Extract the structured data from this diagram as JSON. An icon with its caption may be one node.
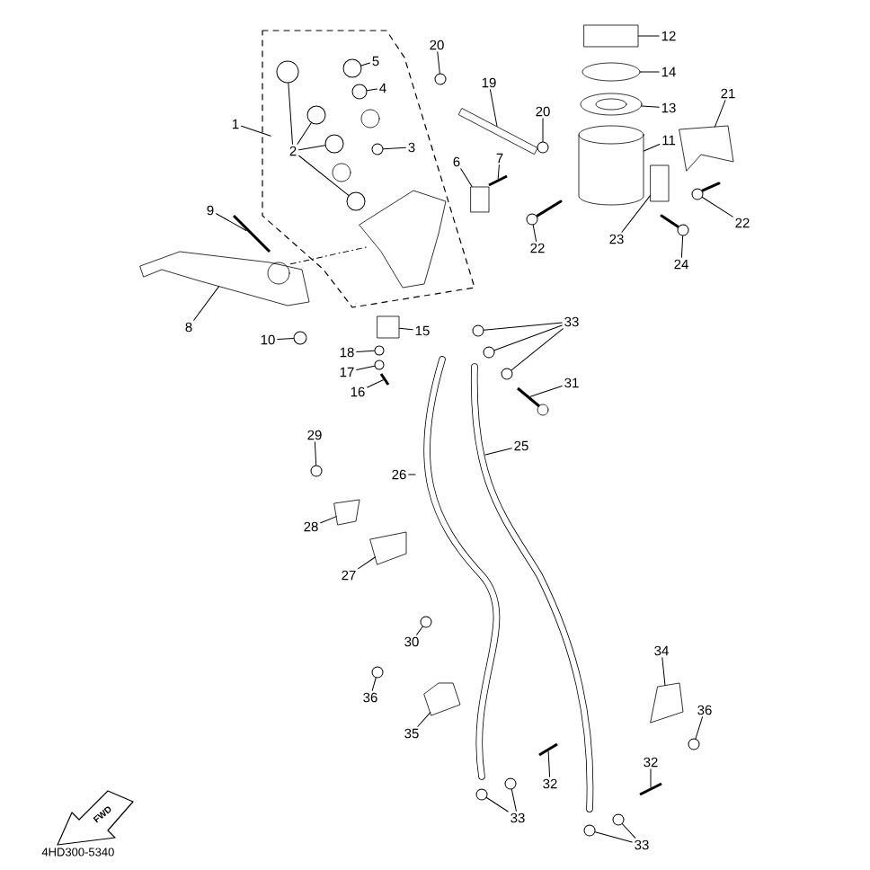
{
  "diagram": {
    "nodes": [
      {
        "text": [
          "20"
        ]
      },
      {
        "text": [
          "12"
        ]
      },
      {
        "text": [
          "5"
        ],
        "in": 42
      },
      {
        "text": [
          "14"
        ]
      },
      {
        "text": [
          "4"
        ],
        "in": 42
      },
      {
        "text": [
          "19"
        ]
      },
      {
        "text": [
          "21"
        ]
      },
      {
        "text": [
          "13"
        ]
      },
      {
        "text": [
          "20"
        ]
      },
      {
        "text": [
          "1"
        ]
      },
      {
        "text": [
          "11"
        ]
      },
      {
        "text": [
          "3"
        ],
        "in": 42
      },
      {
        "text": [
          "2"
        ],
        "in": 42
      },
      {
        "text": [
          "6"
        ]
      },
      {
        "text": [
          "7"
        ]
      },
      {
        "text": [
          "9"
        ]
      },
      {
        "text": [
          "22"
        ]
      },
      {
        "text": [
          "22"
        ]
      },
      {
        "text": [
          "23"
        ]
      },
      {
        "text": [
          "24"
        ]
      },
      {
        "text": [
          "8"
        ]
      },
      {
        "text": [
          "33"
        ]
      },
      {
        "text": [
          "15"
        ]
      },
      {
        "text": [
          "10"
        ]
      },
      {
        "text": [
          "18"
        ]
      },
      {
        "text": [
          "17"
        ]
      },
      {
        "text": [
          "31"
        ]
      },
      {
        "text": [
          "16"
        ]
      },
      {
        "text": [
          "29"
        ]
      },
      {
        "text": [
          "25"
        ]
      },
      {
        "text": [
          "26"
        ]
      },
      {
        "text": [
          "28"
        ]
      },
      {
        "text": [
          "27"
        ]
      },
      {
        "text": [
          "30"
        ]
      },
      {
        "text": [
          "34"
        ]
      },
      {
        "text": [
          "36"
        ]
      },
      {
        "text": [
          "36"
        ]
      },
      {
        "text": [
          "35"
        ]
      },
      {
        "text": [
          "32"
        ]
      },
      {
        "text": [
          "32"
        ]
      },
      {
        "text": [
          "33"
        ]
      },
      {
        "text": [
          "33"
        ]
      },
      {
        "text": [],
        "shape": "picture"
      },
      {
        "text": [],
        "shape": "circle"
      },
      {
        "text": [],
        "shape": "box"
      },
      {
        "text": [],
        "shape": "circle",
        "in": 42
      },
      {
        "text": [],
        "shape": "ellipse"
      },
      {
        "text": [],
        "shape": "circle",
        "in": 42
      },
      {
        "text": [],
        "shape": "bar"
      },
      {
        "text": [],
        "shape": "picture"
      },
      {
        "text": [],
        "shape": "ellipse"
      },
      {
        "text": [],
        "shape": "circle"
      },
      {
        "text": [],
        "shape": "cylinder"
      },
      {
        "text": [],
        "shape": "circle",
        "in": 42
      },
      {
        "text": [],
        "shape": "circle",
        "in": 42
      },
      {
        "text": [],
        "shape": "circle",
        "in": 42
      },
      {
        "text": [],
        "shape": "circle",
        "in": 42
      },
      {
        "text": [],
        "shape": "circle",
        "in": 42
      },
      {
        "text": [],
        "shape": "picture",
        "in": 42
      },
      {
        "text": [],
        "shape": "box"
      },
      {
        "text": [],
        "shape": "bar"
      },
      {
        "text": [],
        "shape": "bar"
      },
      {
        "text": [],
        "shape": "circle"
      },
      {
        "text": [],
        "shape": "circle"
      },
      {
        "text": [],
        "shape": "box"
      },
      {
        "text": [],
        "shape": "circle"
      },
      {
        "text": [],
        "shape": "picture"
      },
      {
        "text": [],
        "shape": "circle"
      },
      {
        "text": [],
        "shape": "circle"
      },
      {
        "text": [],
        "shape": "circle"
      },
      {
        "text": [],
        "shape": "box"
      },
      {
        "text": [],
        "shape": "circle"
      },
      {
        "text": [],
        "shape": "circle"
      },
      {
        "text": [],
        "shape": "circle"
      },
      {
        "text": [],
        "shape": "bar"
      },
      {
        "text": [],
        "shape": "bar"
      },
      {
        "text": [],
        "shape": "circle"
      },
      {
        "text": [],
        "shape": "picture"
      },
      {
        "text": [],
        "shape": "picture"
      },
      {
        "text": [],
        "shape": "circle"
      },
      {
        "text": [],
        "shape": "picture"
      },
      {
        "text": [],
        "shape": "circle"
      },
      {
        "text": [],
        "shape": "circle"
      },
      {
        "text": [],
        "shape": "picture"
      },
      {
        "text": [],
        "shape": "bar"
      },
      {
        "text": [],
        "shape": "bar"
      },
      {
        "text": [],
        "shape": "circle"
      },
      {
        "text": [],
        "shape": "circle"
      },
      {
        "text": [],
        "shape": "circle"
      },
      {
        "text": [],
        "shape": "circle"
      }
    ],
    "edges": [
      {
        "from": 0,
        "to": 43,
        "arrow": "none"
      },
      {
        "from": 1,
        "to": 44,
        "arrow": "none"
      },
      {
        "from": 2,
        "to": 45,
        "arrow": "none"
      },
      {
        "from": 3,
        "to": 46,
        "arrow": "none"
      },
      {
        "from": 4,
        "to": 47,
        "arrow": "none"
      },
      {
        "from": 5,
        "to": 48,
        "arrow": "none"
      },
      {
        "from": 6,
        "to": 49,
        "arrow": "none"
      },
      {
        "from": 7,
        "to": 50,
        "arrow": "none"
      },
      {
        "from": 8,
        "to": 51,
        "arrow": "none"
      },
      {
        "from": 9,
        "to": 42,
        "arrow": "none"
      },
      {
        "from": 10,
        "to": 52,
        "arrow": "none"
      },
      {
        "from": 11,
        "to": 53,
        "arrow": "none"
      },
      {
        "from": 12,
        "to": 54,
        "arrow": "none"
      },
      {
        "from": 12,
        "to": 55,
        "arrow": "none"
      },
      {
        "from": 12,
        "to": 56,
        "arrow": "none"
      },
      {
        "from": 12,
        "to": 57,
        "arrow": "none"
      },
      {
        "from": 13,
        "to": 59,
        "arrow": "none"
      },
      {
        "from": 14,
        "to": 60,
        "arrow": "none"
      },
      {
        "from": 15,
        "to": 61,
        "arrow": "none"
      },
      {
        "from": 16,
        "to": 62,
        "arrow": "none"
      },
      {
        "from": 17,
        "to": 63,
        "arrow": "none"
      },
      {
        "from": 18,
        "to": 64,
        "arrow": "none"
      },
      {
        "from": 19,
        "to": 65,
        "arrow": "none"
      },
      {
        "from": 20,
        "to": 66,
        "arrow": "none"
      },
      {
        "from": 66,
        "to": 58,
        "arrow": "none",
        "style": "dashed"
      },
      {
        "from": 21,
        "to": 67,
        "arrow": "none"
      },
      {
        "from": 21,
        "to": 68,
        "arrow": "none"
      },
      {
        "from": 21,
        "to": 69,
        "arrow": "none"
      },
      {
        "from": 22,
        "to": 70,
        "arrow": "none"
      },
      {
        "from": 23,
        "to": 71,
        "arrow": "none"
      },
      {
        "from": 24,
        "to": 72,
        "arrow": "none"
      },
      {
        "from": 25,
        "to": 73,
        "arrow": "none"
      },
      {
        "from": 26,
        "to": 74,
        "arrow": "none"
      },
      {
        "from": 27,
        "to": 75,
        "arrow": "none"
      },
      {
        "from": 28,
        "to": 76,
        "arrow": "none"
      },
      {
        "from": 29,
        "to": null,
        "arrow": "none"
      },
      {
        "from": 30,
        "to": null,
        "arrow": "none"
      },
      {
        "from": 31,
        "to": 77,
        "arrow": "none"
      },
      {
        "from": 32,
        "to": 78,
        "arrow": "none"
      },
      {
        "from": 33,
        "to": 79,
        "arrow": "none"
      },
      {
        "from": 34,
        "to": 80,
        "arrow": "none"
      },
      {
        "from": 35,
        "to": 81,
        "arrow": "none"
      },
      {
        "from": 36,
        "to": 82,
        "arrow": "none"
      },
      {
        "from": 37,
        "to": 83,
        "arrow": "none"
      },
      {
        "from": 38,
        "to": 84,
        "arrow": "none"
      },
      {
        "from": 39,
        "to": 85,
        "arrow": "none"
      },
      {
        "from": 40,
        "to": 86,
        "arrow": "none"
      },
      {
        "from": 40,
        "to": 87,
        "arrow": "none"
      },
      {
        "from": 41,
        "to": 88,
        "arrow": "none"
      },
      {
        "from": 41,
        "to": 89,
        "arrow": "none"
      }
    ],
    "labels": [
      "FWD",
      "4HD300-5340"
    ]
  }
}
